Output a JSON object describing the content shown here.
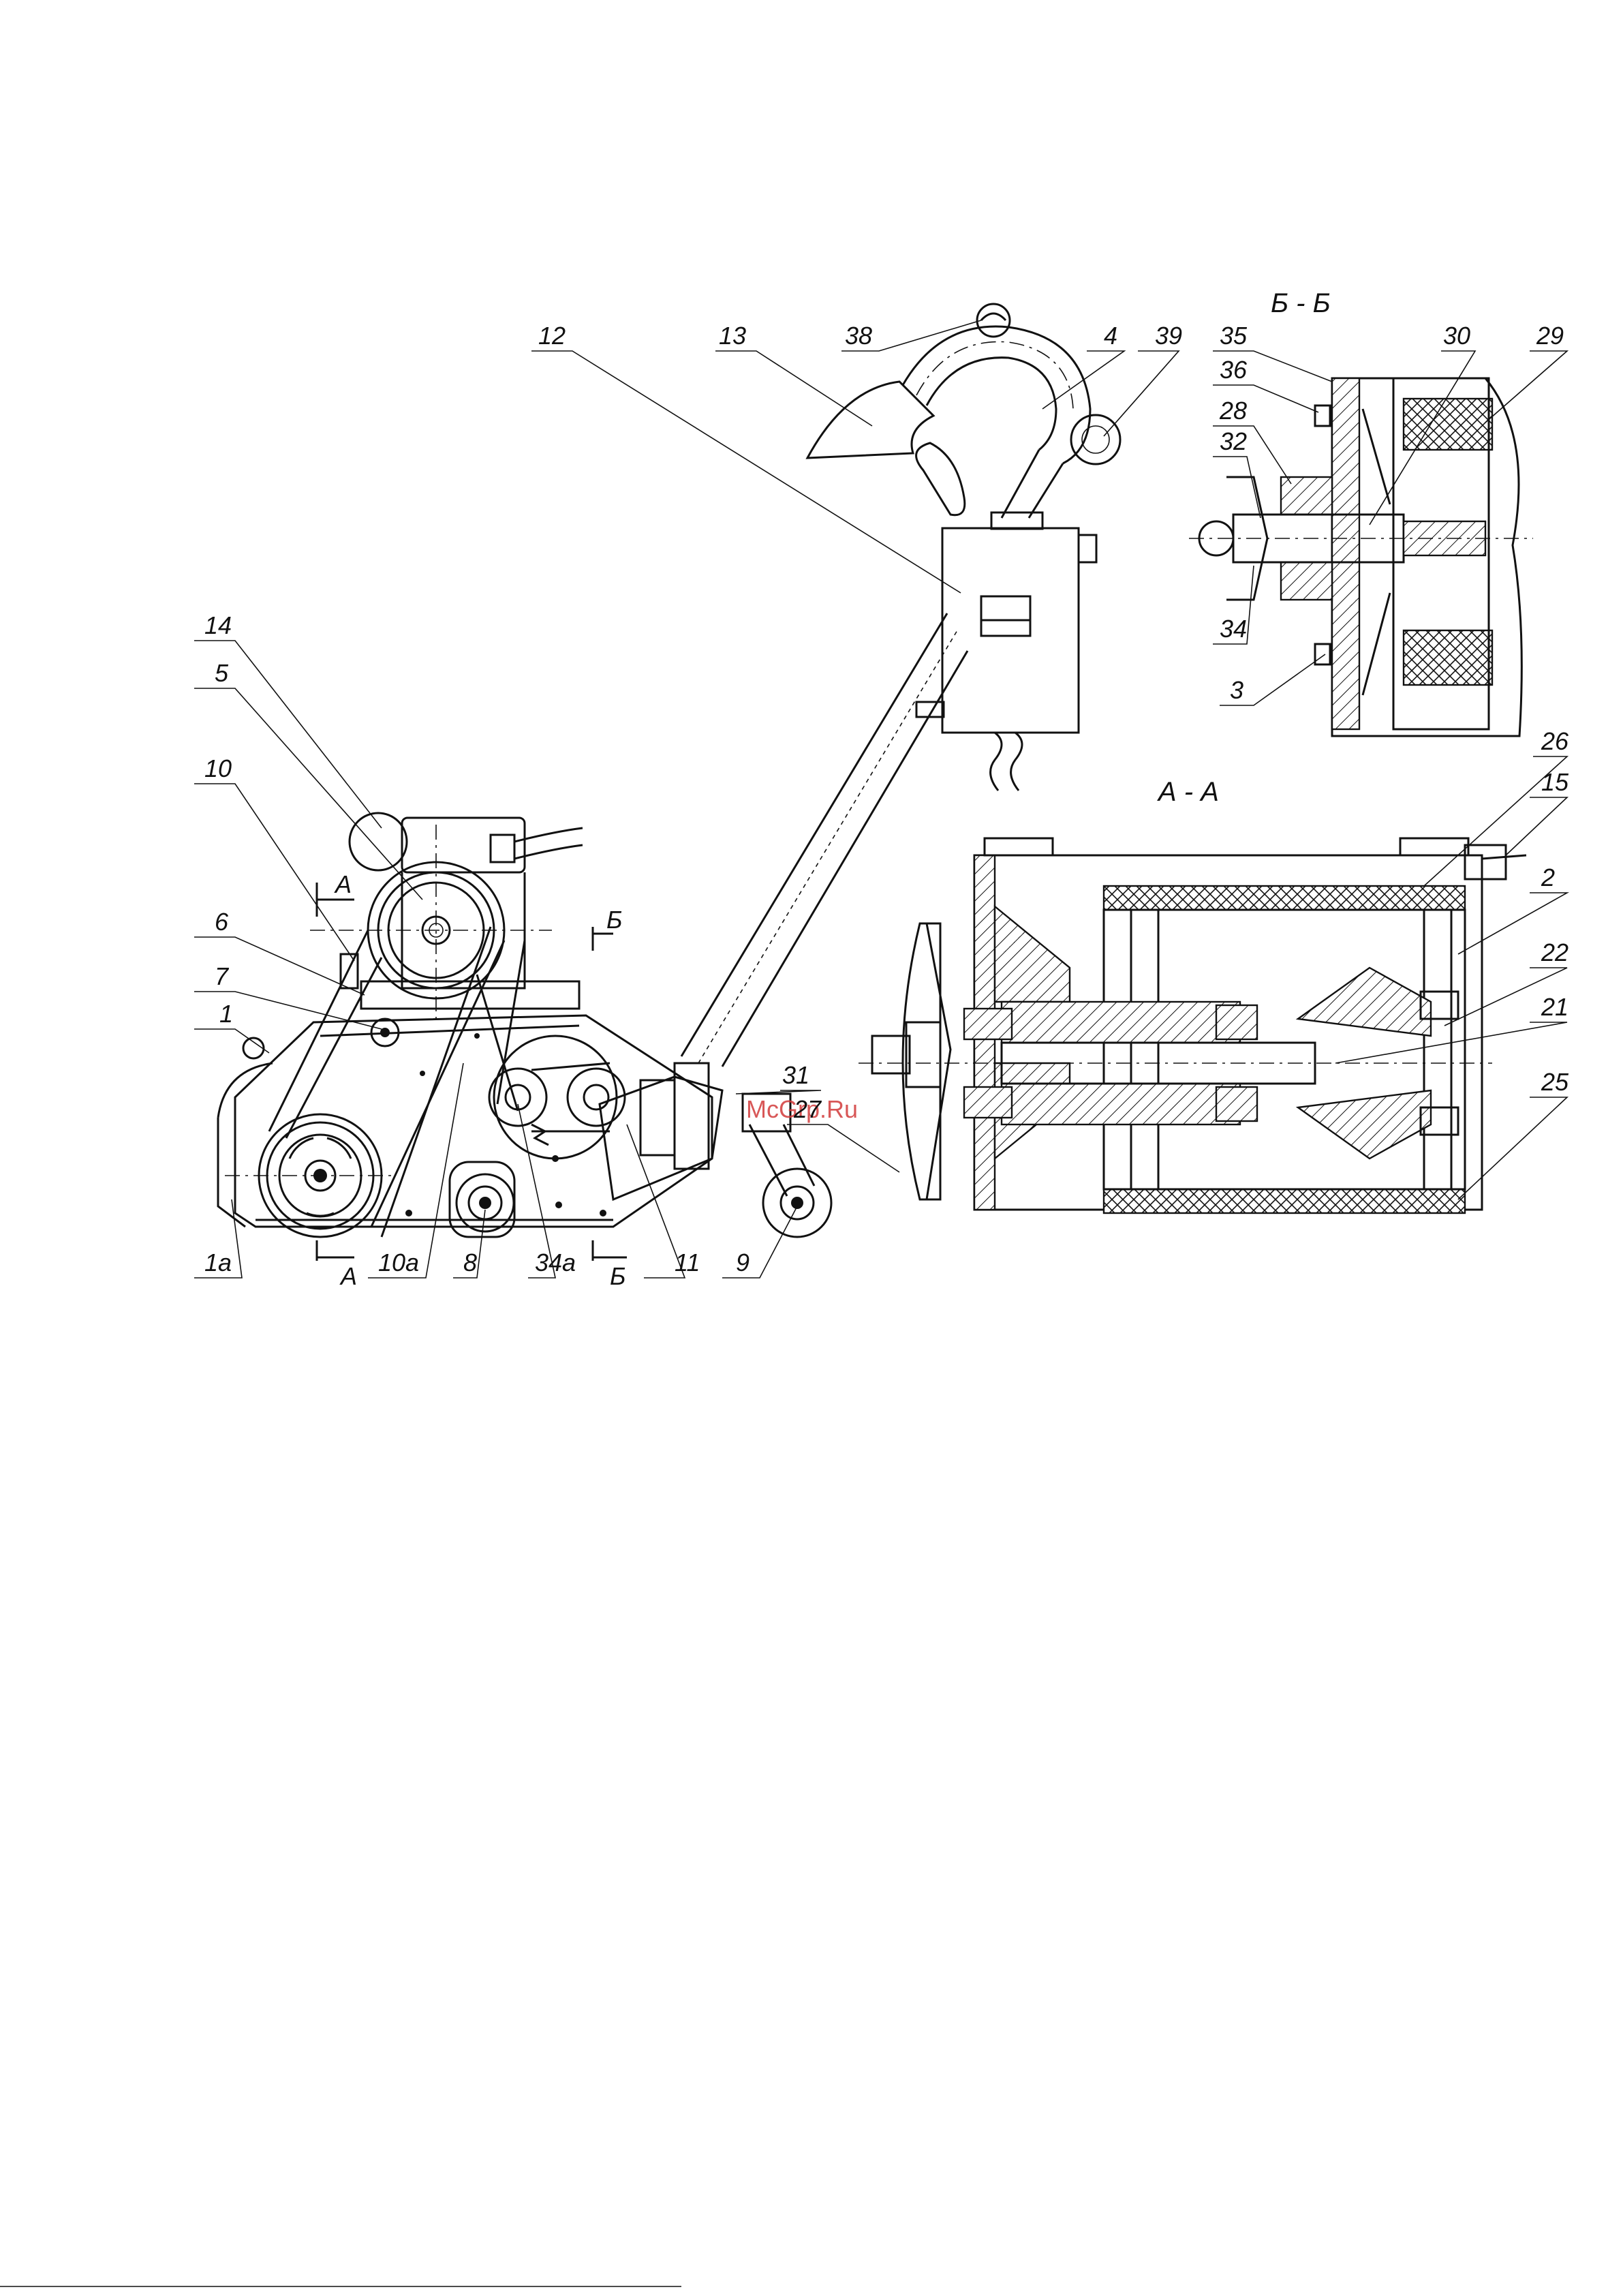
{
  "section_titles": {
    "bb": "Б - Б",
    "aa": "А - А"
  },
  "cut_marks": {
    "a": "А",
    "b": "Б"
  },
  "watermark": "McGrp.Ru",
  "labels": {
    "l12": "12",
    "l13": "13",
    "l38": "38",
    "l4": "4",
    "l39": "39",
    "l14": "14",
    "l5": "5",
    "l10": "10",
    "l6": "6",
    "l7": "7",
    "l1": "1",
    "l1a": "1a",
    "l10a": "10a",
    "l8": "8",
    "l34a": "34a",
    "l11": "11",
    "l9": "9",
    "l31": "31",
    "l27": "27",
    "l35": "35",
    "l36": "36",
    "l28": "28",
    "l32": "32",
    "l34": "34",
    "l3": "3",
    "l30": "30",
    "l29": "29",
    "l26": "26",
    "l15": "15",
    "l2": "2",
    "l22": "22",
    "l21": "21",
    "l25": "25"
  }
}
